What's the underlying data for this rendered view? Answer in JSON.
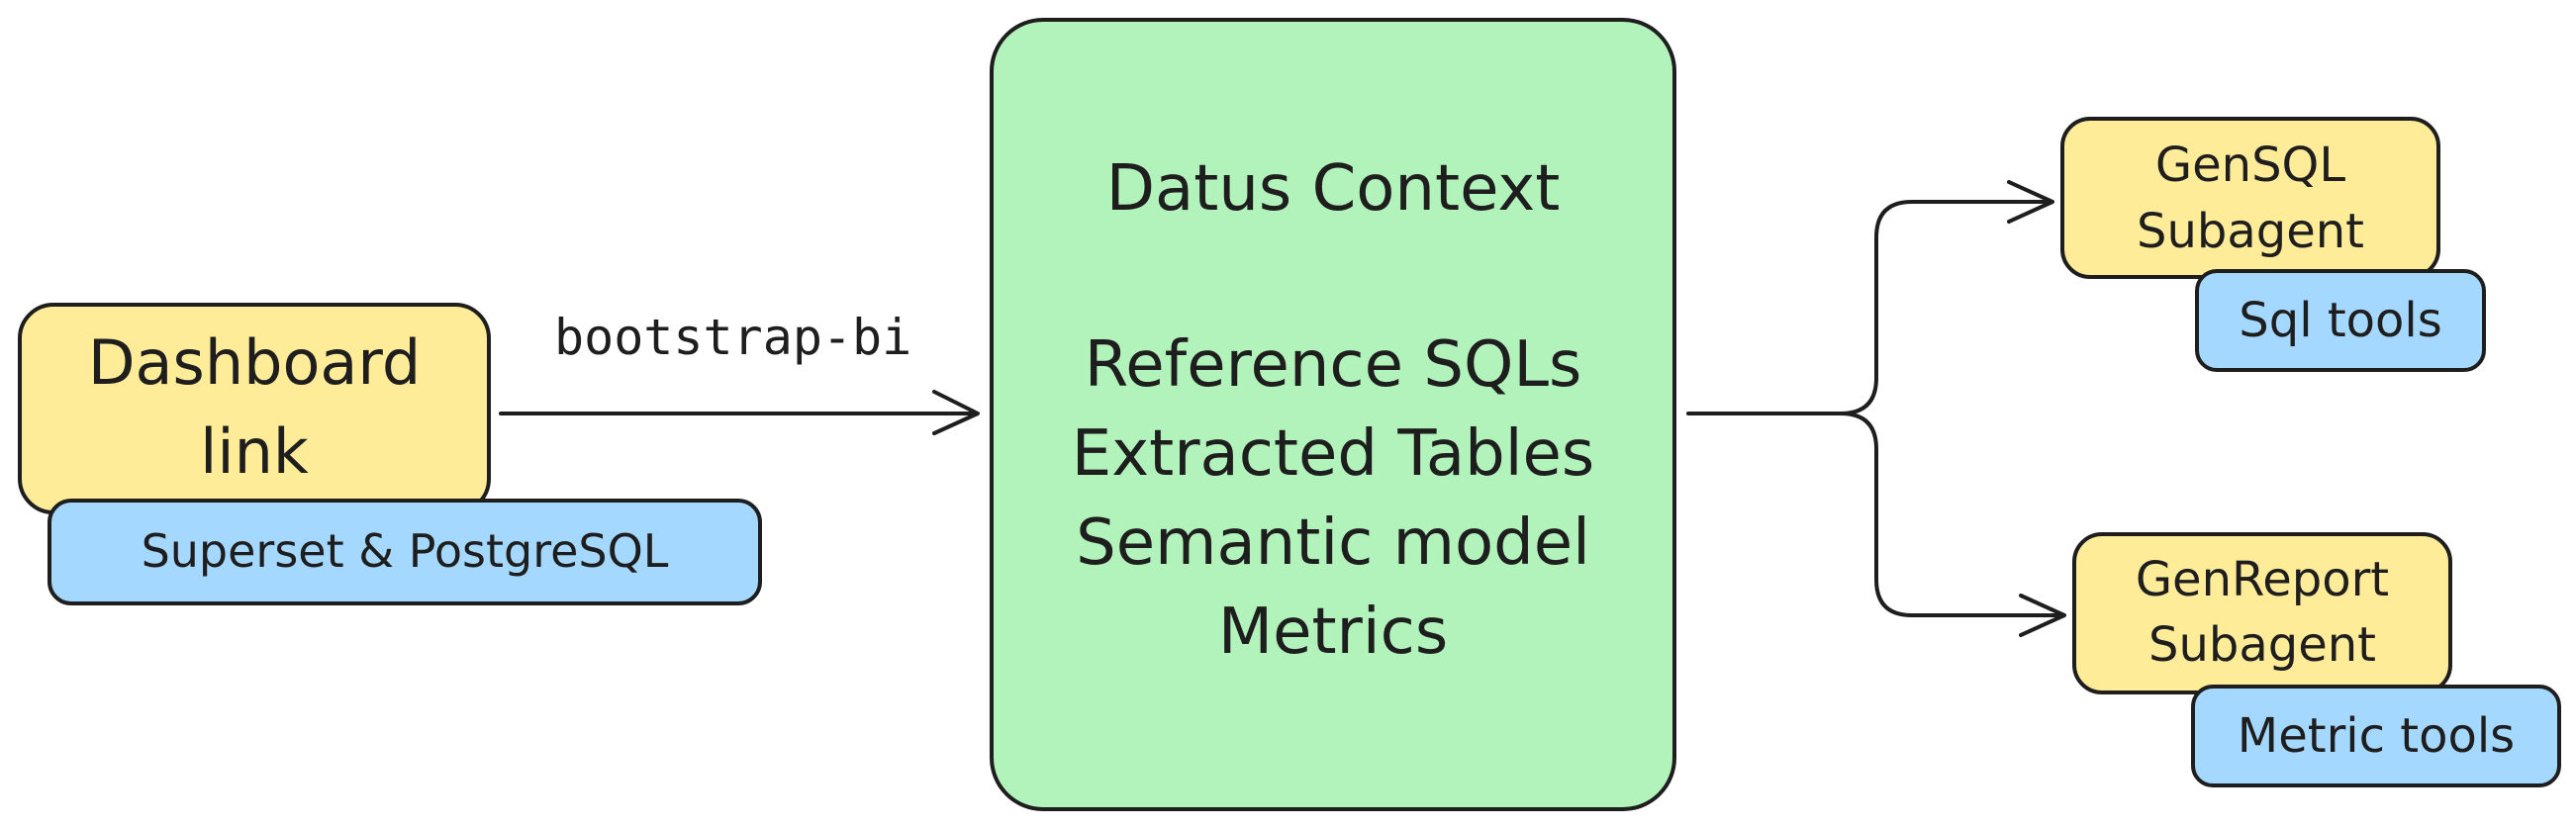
{
  "diagram": {
    "source": {
      "title_line1": "Dashboard",
      "title_line2": "link",
      "tag": "Superset & PostgreSQL"
    },
    "edge_label": "bootstrap-bi",
    "context": {
      "title": "Datus Context",
      "items": [
        "Reference SQLs",
        "Extracted Tables",
        "Semantic model",
        "Metrics"
      ]
    },
    "agents": [
      {
        "line1": "GenSQL",
        "line2": "Subagent",
        "tool": "Sql tools"
      },
      {
        "line1": "GenReport",
        "line2": "Subagent",
        "tool": "Metric tools"
      }
    ],
    "colors": {
      "yellow": "#ffec99",
      "blue": "#a5d8ff",
      "green": "#b2f2bb",
      "stroke": "#1e1e1e"
    }
  }
}
